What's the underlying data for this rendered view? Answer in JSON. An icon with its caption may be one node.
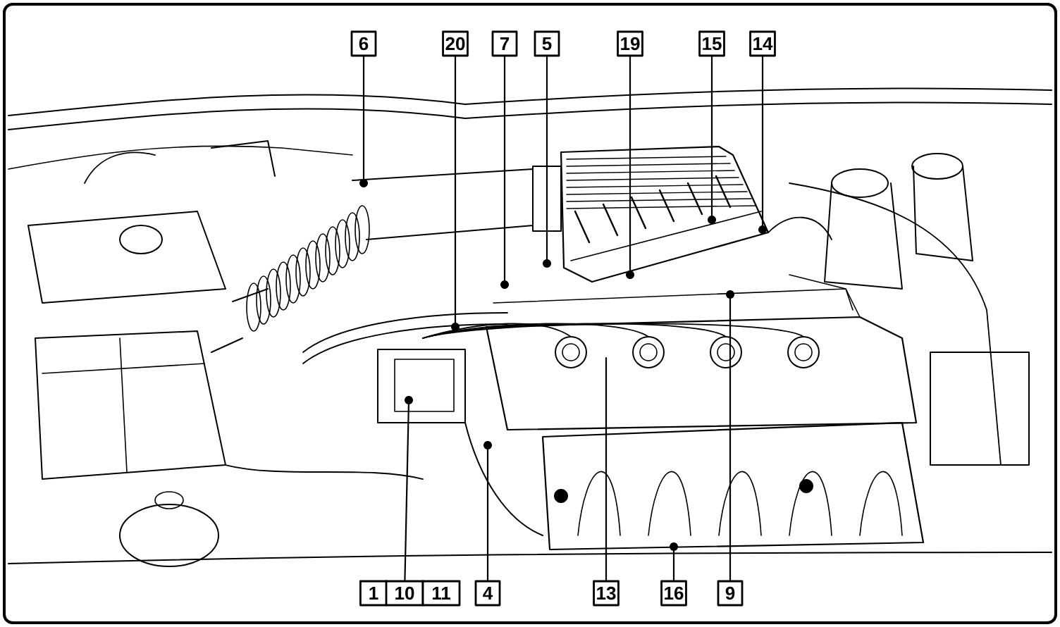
{
  "diagram": {
    "nodes": [
      {
        "text": [
          "6"
        ]
      },
      {
        "text": [
          "20"
        ]
      },
      {
        "text": [
          "7"
        ]
      },
      {
        "text": [
          "5"
        ]
      },
      {
        "text": [
          "19"
        ]
      },
      {
        "text": [
          "15"
        ]
      },
      {
        "text": [
          "14"
        ]
      },
      {
        "text": [],
        "shape": "circle"
      },
      {
        "text": [],
        "shape": "circle"
      },
      {
        "text": [],
        "shape": "circle"
      },
      {
        "text": [],
        "shape": "circle"
      },
      {
        "text": [],
        "shape": "circle"
      },
      {
        "text": [],
        "shape": "circle"
      },
      {
        "text": [],
        "shape": "circle"
      },
      {
        "text": [
          "1"
        ]
      },
      {
        "text": [
          "10"
        ]
      },
      {
        "text": [
          "11"
        ]
      },
      {
        "text": [
          "4"
        ]
      },
      {
        "text": [
          "13"
        ]
      },
      {
        "text": [
          "16"
        ]
      },
      {
        "text": [
          "9"
        ]
      },
      {
        "text": [],
        "shape": "circle"
      },
      {
        "text": [],
        "shape": "circle"
      },
      {
        "text": [],
        "shape": "circle"
      },
      {
        "text": [],
        "shape": "circle"
      }
    ],
    "edges": [
      {
        "from": 0,
        "to": 7,
        "arrow": "none"
      },
      {
        "from": 1,
        "to": 8,
        "arrow": "none"
      },
      {
        "from": 2,
        "to": 9,
        "arrow": "none"
      },
      {
        "from": 3,
        "to": 10,
        "arrow": "none"
      },
      {
        "from": 4,
        "to": 11,
        "arrow": "none"
      },
      {
        "from": 5,
        "to": 12,
        "arrow": "none"
      },
      {
        "from": 6,
        "to": 13,
        "arrow": "none"
      },
      {
        "from": 15,
        "to": 21,
        "arrow": "none"
      },
      {
        "from": 17,
        "to": 22,
        "arrow": "none"
      },
      {
        "from": 18,
        "to": null,
        "arrow": "none"
      },
      {
        "from": 19,
        "to": 23,
        "arrow": "none"
      },
      {
        "from": 20,
        "to": 24,
        "arrow": "none"
      }
    ]
  }
}
